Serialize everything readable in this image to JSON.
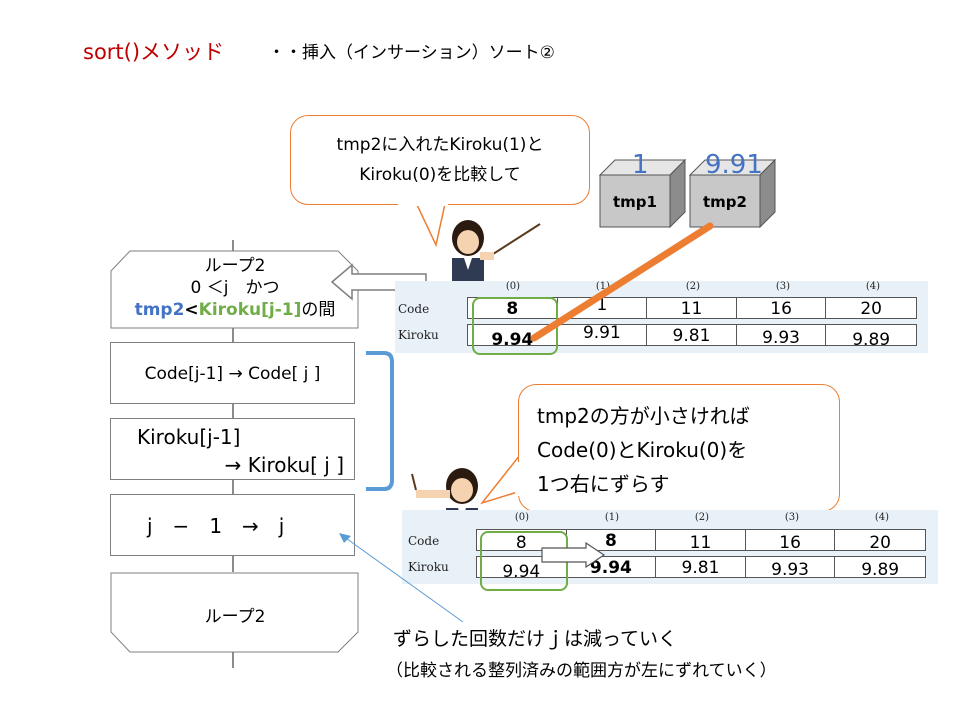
{
  "title": {
    "main": "sort()メソッド",
    "sub": "・・挿入（インサーション）ソート②"
  },
  "callout_top": {
    "line1": "tmp2に入れたKiroku(1)と",
    "line2": "Kiroku(0)を比較して"
  },
  "callout_mid": {
    "line1": "tmp2の方が小さければ",
    "line2": "Code(0)とKiroku(0)を",
    "line3": "1つ右にずらす"
  },
  "tmps": [
    {
      "label": "tmp1",
      "value": "1"
    },
    {
      "label": "tmp2",
      "value": "9.91"
    }
  ],
  "flowchart": {
    "loop_start": {
      "line1": "ループ2",
      "line2": "0 ＜j　かつ",
      "line3_tmp": "tmp2",
      "line3_lt": "<",
      "line3_kiroku": "Kiroku[j-1]",
      "line3_end": "の間"
    },
    "step1": "Code[j-1] → Code[ j ]",
    "step2_line1": "Kiroku[j-1]",
    "step2_line2": "→ Kiroku[ j ]",
    "step3": "j　−　1　→　j",
    "loop_end": "ループ2"
  },
  "table_top": {
    "indices": [
      "(0)",
      "(1)",
      "(2)",
      "(3)",
      "(4)"
    ],
    "row_labels": [
      "Code",
      "Kiroku"
    ],
    "code": [
      "8",
      "1",
      "11",
      "16",
      "20"
    ],
    "kiroku": [
      "9.94",
      "9.91",
      "9.81",
      "9.93",
      "9.89"
    ]
  },
  "table_bottom": {
    "indices": [
      "(0)",
      "(1)",
      "(2)",
      "(3)",
      "(4)"
    ],
    "row_labels": [
      "Code",
      "Kiroku"
    ],
    "code": [
      "8",
      "8",
      "11",
      "16",
      "20"
    ],
    "kiroku": [
      "9.94",
      "9.94",
      "9.81",
      "9.93",
      "9.89"
    ]
  },
  "note": {
    "line1": "ずらした回数だけｊは減っていく",
    "line2": "（比較される整列済みの範囲方が左にずれていく）"
  },
  "colors": {
    "title_red": "#c00000",
    "callout_border": "#ed7d31",
    "orange_arrow": "#ed7d31",
    "green_highlight": "#70ad47",
    "blue_text": "#4472c4",
    "brace_blue": "#5b9bd5",
    "table_bg": "#e8f1f8"
  }
}
